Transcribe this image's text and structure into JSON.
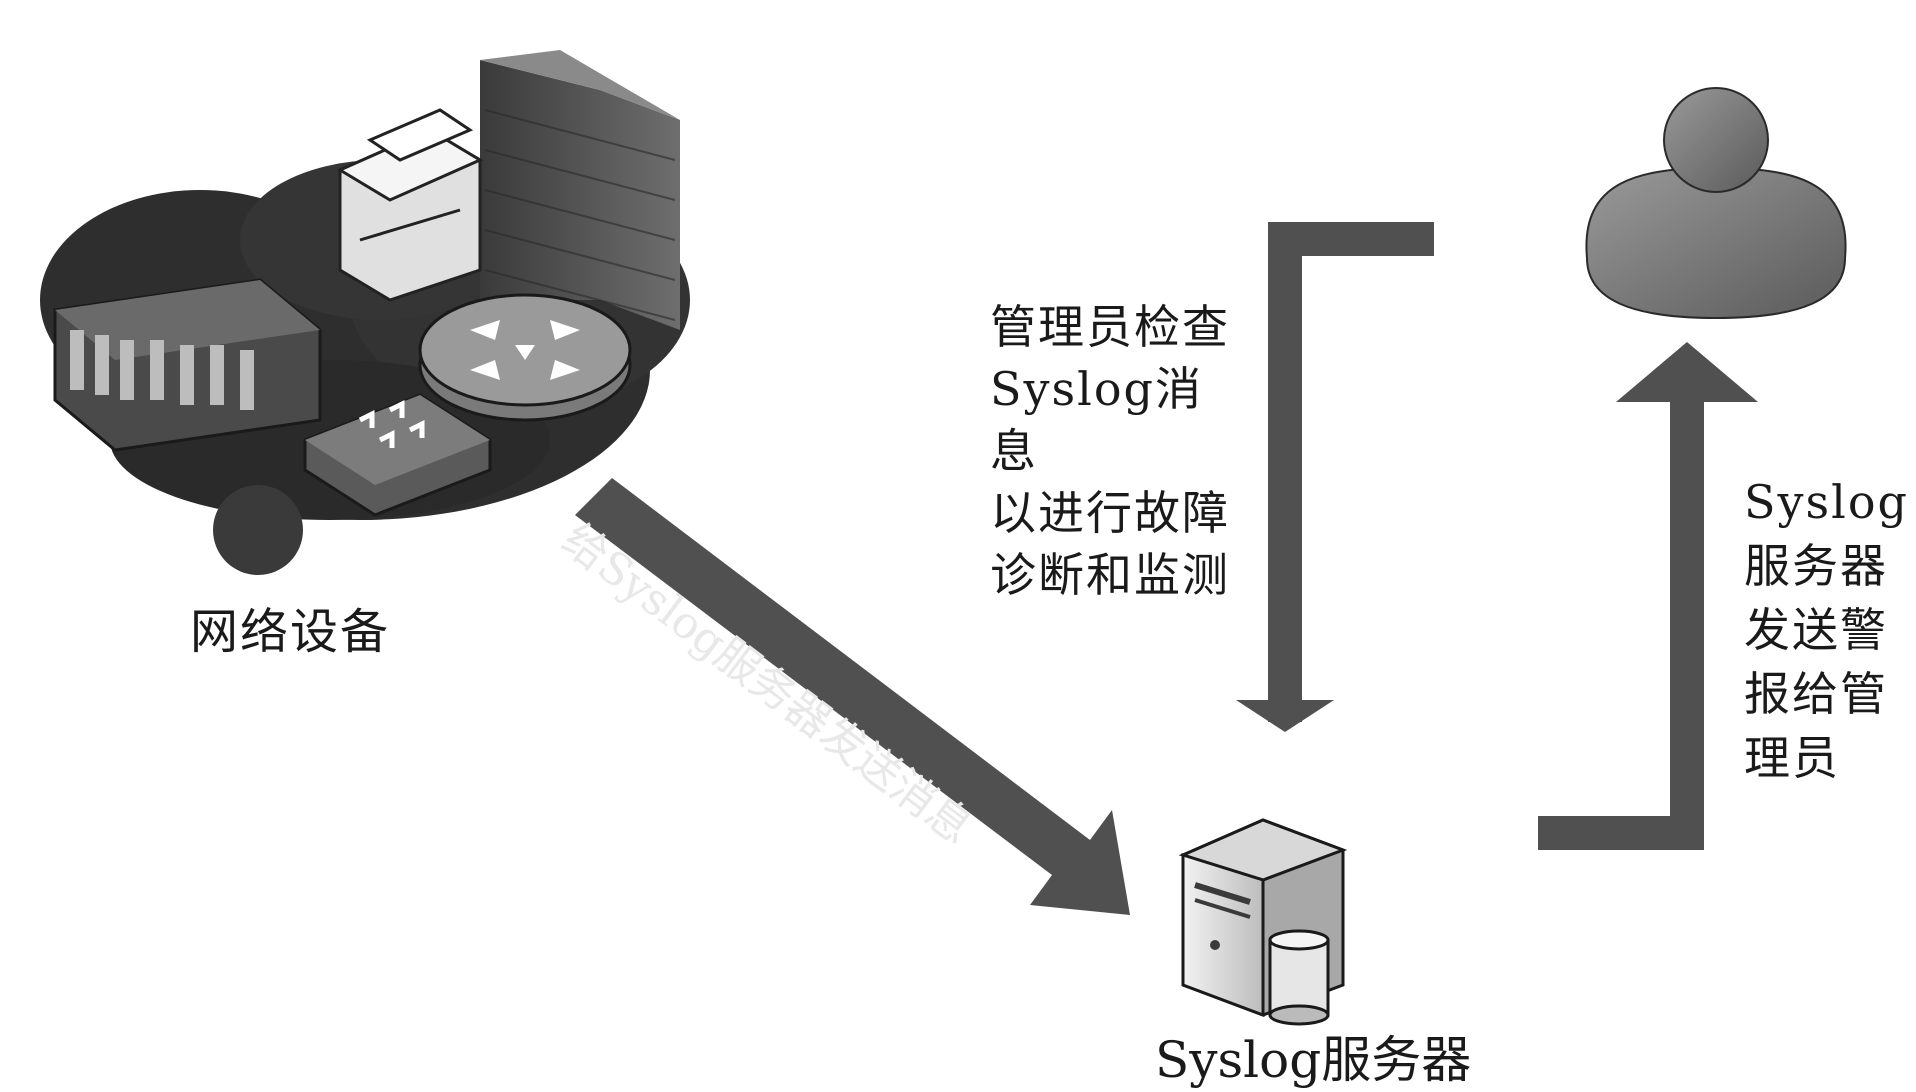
{
  "labels": {
    "network_devices": "网络设备",
    "syslog_server": "Syslog服务器",
    "admin_checks": "管理员检查\nSyslog消息\n以进行故障\n诊断和监测",
    "server_alerts": "Syslog\n服务器\n发送警\n报给管\n理员",
    "send_message": "给Syslog服务器发送消息"
  },
  "nodes": [
    {
      "id": "network-devices",
      "icon": "network-devices-cluster-icon"
    },
    {
      "id": "syslog-server",
      "icon": "server-tower-icon"
    },
    {
      "id": "administrator",
      "icon": "user-icon"
    }
  ],
  "colors": {
    "arrow": "#505050",
    "arrow_dark": "#3a3a3a",
    "device_dark": "#2e2e2e",
    "device_mid": "#6a6a6a",
    "device_light": "#d8d8d8",
    "user": "#7a7a7a"
  }
}
